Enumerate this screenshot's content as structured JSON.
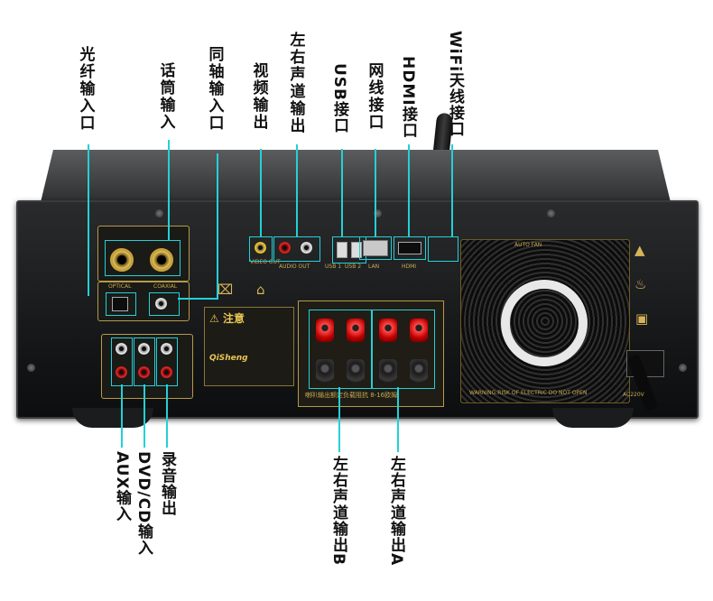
{
  "labels": {
    "fiber_in": "光纤输入口",
    "mic_in": "话筒输入",
    "coax_in": "同轴输入口",
    "video_out": "视频输出",
    "lr_out": "左右声道输出",
    "usb": "USB接口",
    "lan": "网线接口",
    "hdmi": "HDMI接口",
    "wifi": "WiFi天线接口",
    "aux": "AUX输入",
    "dvd": "DVD/CD输入",
    "rec": "录音输出",
    "spk_b": "左右声道输出B",
    "spk_a": "左右声道输出A"
  },
  "panel": {
    "fan_label": "AUTO FAN",
    "brand": "QiSheng",
    "warning_title": "注意",
    "warning_text": "WARNING:RISK OF ELECTRIC DO NOT OPEN",
    "usb1": "USB 1",
    "usb2": "USB 2",
    "lan_label": "LAN",
    "hdmi_label": "HDMI",
    "audio_out_label": "AUDIO OUT",
    "video_out_label": "VIDEO OUT",
    "optical_label": "OPTICAL",
    "coaxial_label": "COAXIAL",
    "power_label": "AC220V",
    "speaker_caption": "喇叭输出额定负载阻抗 8-16欧姆"
  },
  "colors": {
    "callout_line": "#24d0d8",
    "gold_trim": "#b59a4a",
    "chassis": "#141516"
  }
}
